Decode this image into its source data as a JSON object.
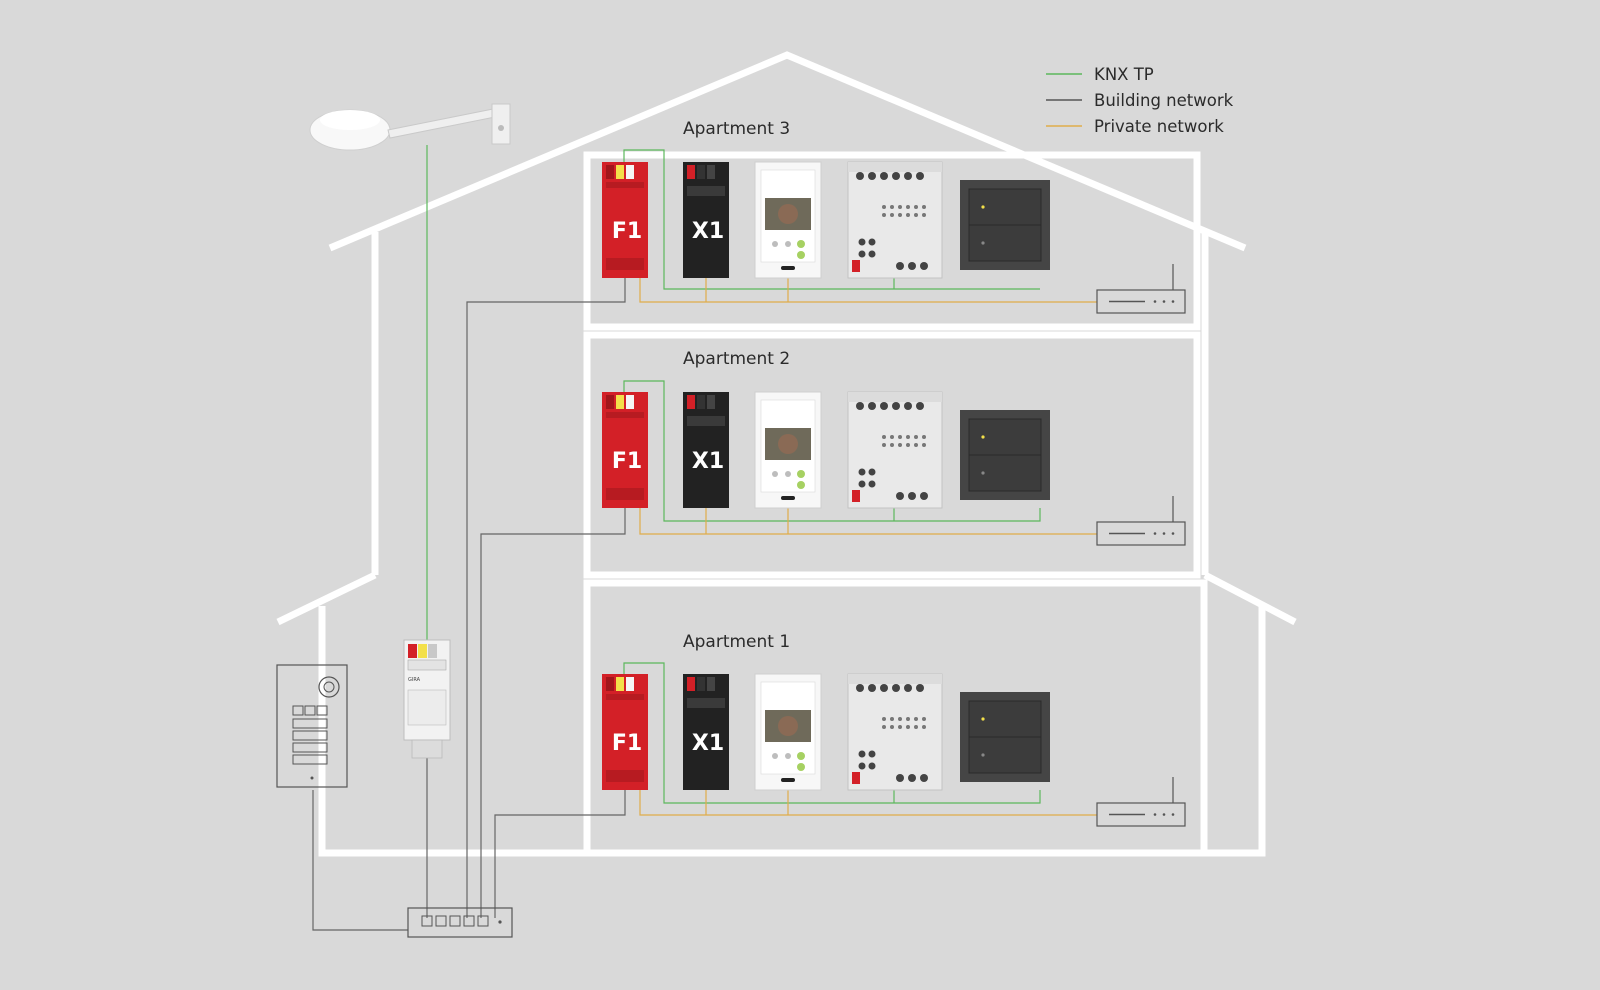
{
  "legend": [
    {
      "label": "KNX TP",
      "color": "#5cb85c"
    },
    {
      "label": "Building network",
      "color": "#555555"
    },
    {
      "label": "Private network",
      "color": "#e0ad4a"
    }
  ],
  "apartments": [
    {
      "title": "Apartment 3"
    },
    {
      "title": "Apartment 2"
    },
    {
      "title": "Apartment 1"
    }
  ],
  "devices": {
    "brand": "GIRA",
    "f1_label": "F1",
    "x1_label": "X1"
  },
  "colors": {
    "background": "#d9d9d9",
    "house_outline": "#ffffff",
    "knx": "#5cb85c",
    "building": "#555555",
    "private": "#e0ad4a",
    "f1_red": "#d32027",
    "x1_black": "#222222",
    "switch_gray": "#454545"
  },
  "icons": [
    "weather-station-icon",
    "door-station-icon",
    "ip-router-icon",
    "network-switch-icon",
    "router-icon",
    "touch-panel-icon",
    "actuator-icon",
    "push-button-icon"
  ]
}
